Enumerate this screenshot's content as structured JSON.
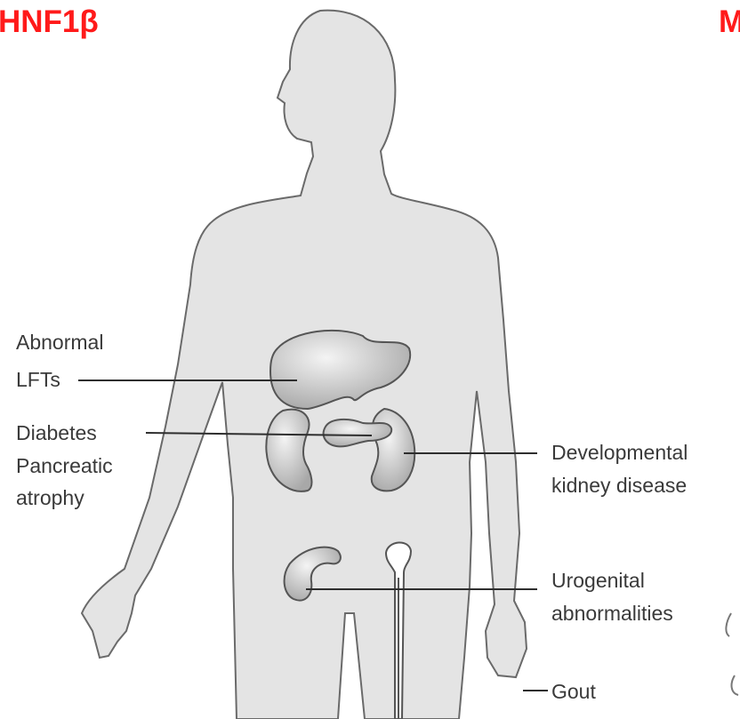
{
  "titles": {
    "left": "HNF1β",
    "right_partial": "M"
  },
  "labels": {
    "lfts_line1": "Abnormal",
    "lfts_line2": "LFTs",
    "diabetes_line1": "Diabetes",
    "diabetes_line2": "Pancreatic",
    "diabetes_line3": "atrophy",
    "kidney_line1": "Developmental",
    "kidney_line2": "kidney disease",
    "uro_line1": "Urogenital",
    "uro_line2": "abnormalities",
    "gout": "Gout"
  },
  "icons": [
    "human-body-silhouette",
    "liver-icon",
    "pancreas-icon",
    "kidney-icon",
    "uterus-icon"
  ],
  "colors": {
    "title": "#ff1a1a",
    "body": "#e4e4e4",
    "organ": "#cfcfcf",
    "text": "#3a3a3a"
  }
}
